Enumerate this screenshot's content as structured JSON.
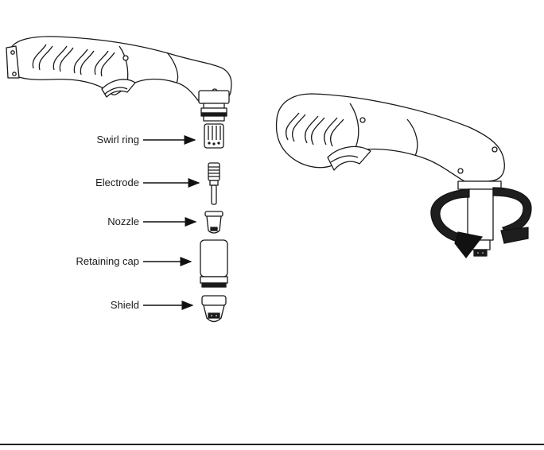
{
  "parts": [
    {
      "key": "swirl_ring",
      "label": "Swirl ring"
    },
    {
      "key": "electrode",
      "label": "Electrode"
    },
    {
      "key": "nozzle",
      "label": "Nozzle"
    },
    {
      "key": "retaining_cap",
      "label": "Retaining cap"
    },
    {
      "key": "shield",
      "label": "Shield"
    }
  ],
  "colors": {
    "line": "#1a1a1a",
    "arrow": "#111111",
    "fill": "#ffffff"
  }
}
